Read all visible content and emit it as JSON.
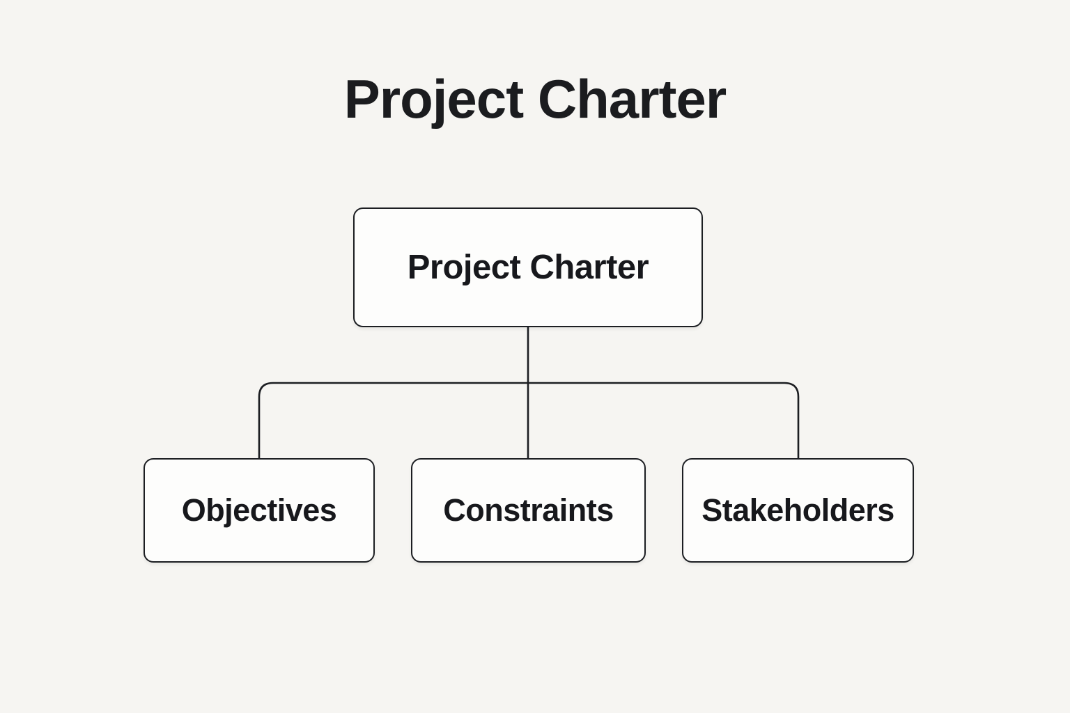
{
  "title": "Project Charter",
  "diagram": {
    "type": "hierarchy-flowchart",
    "root": {
      "label": "Project Charter"
    },
    "children": [
      {
        "label": "Objectives"
      },
      {
        "label": "Constraints"
      },
      {
        "label": "Stakeholders"
      }
    ],
    "edges": [
      {
        "from": "Project Charter",
        "to": "Objectives"
      },
      {
        "from": "Project Charter",
        "to": "Constraints"
      },
      {
        "from": "Project Charter",
        "to": "Stakeholders"
      }
    ]
  },
  "colors": {
    "background": "#f6f5f2",
    "node_fill": "#fdfdfc",
    "stroke": "#1c1e22",
    "text": "#17181c",
    "title_text": "#1b1c1f"
  }
}
